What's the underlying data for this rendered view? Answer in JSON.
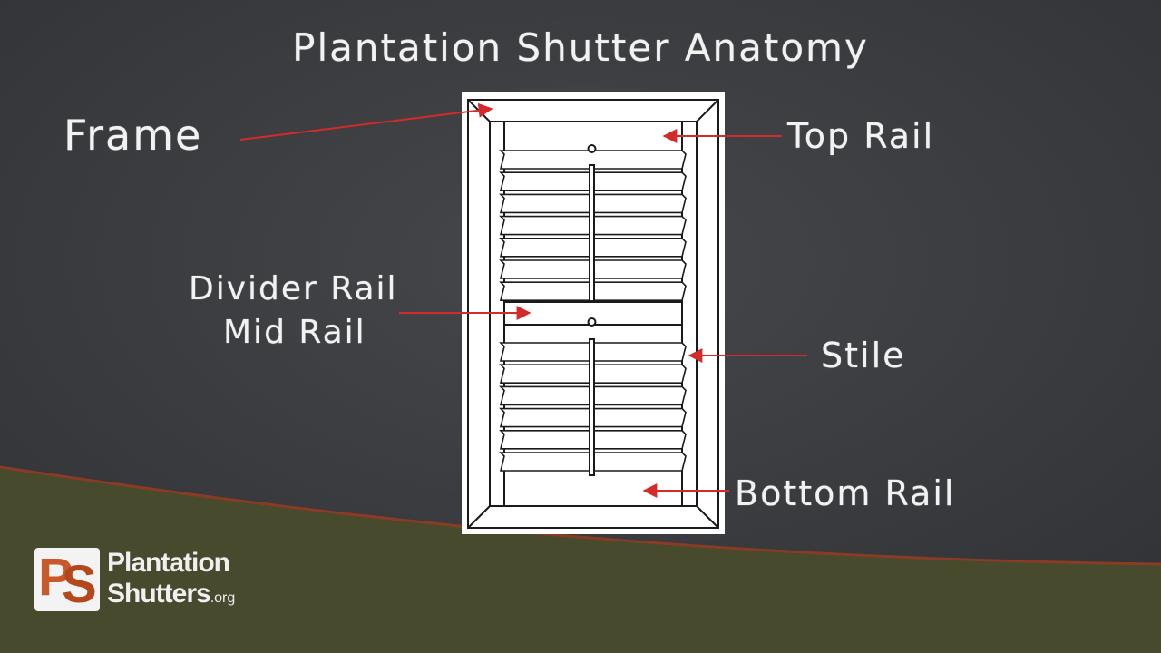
{
  "title": "Plantation Shutter Anatomy",
  "labels": {
    "frame": "Frame",
    "top_rail": "Top Rail",
    "divider_rail": "Divider Rail",
    "mid_rail": "Mid Rail",
    "stile": "Stile",
    "bottom_rail": "Bottom Rail"
  },
  "logo": {
    "mark_p": "P",
    "mark_s": "S",
    "line1": "Plantation",
    "line2": "Shutters",
    "suffix": ".org"
  },
  "colors": {
    "chalkboard": "#3a3c40",
    "grass": "#474a2c",
    "arrow": "#d42a2a",
    "chalk": "#f2f2f2",
    "logo_accent": "#c9582a"
  }
}
